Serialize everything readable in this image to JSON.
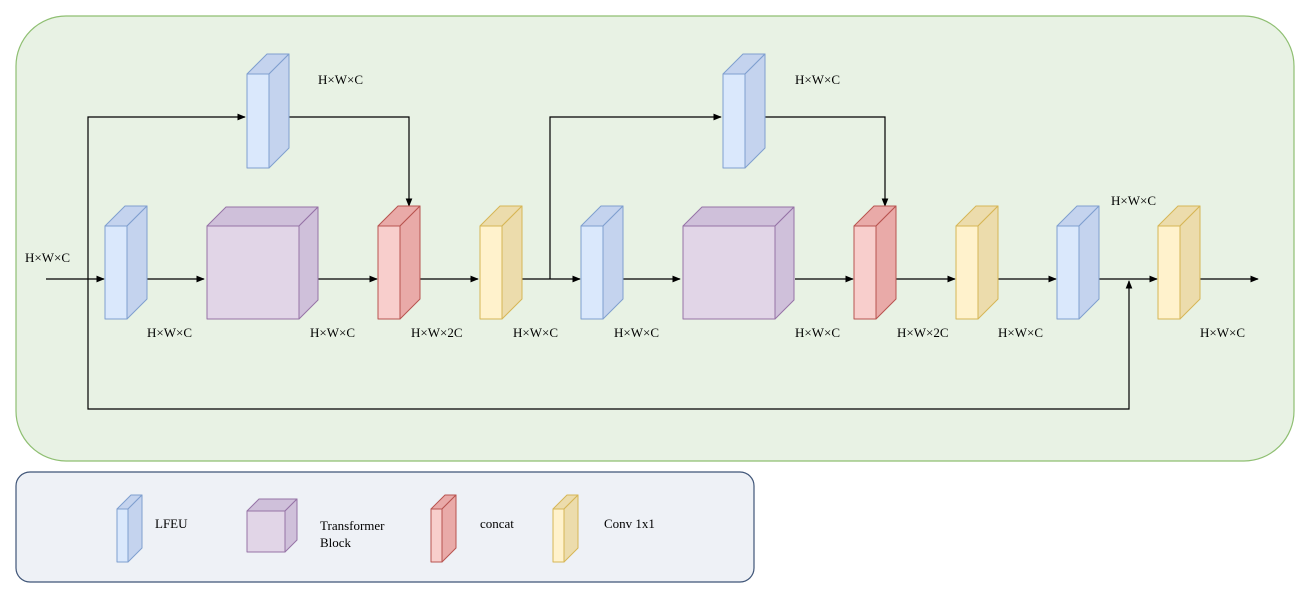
{
  "diagram": {
    "dim_labels": {
      "input": "H×W×C",
      "top_branch_1": "H×W×C",
      "top_branch_2": "H×W×C",
      "after_lfeu_1": "H×W×C",
      "after_transformer_1": "H×W×C",
      "after_concat_1": "H×W×2C",
      "after_conv_1": "H×W×C",
      "after_lfeu_2": "H×W×C",
      "after_transformer_2": "H×W×C",
      "after_concat_2": "H×W×2C",
      "after_conv_2": "H×W×C",
      "final_conv_top": "H×W×C",
      "output": "H×W×C"
    }
  },
  "legend": {
    "lfeu": "LFEU",
    "transformer_line1": "Transformer",
    "transformer_line2": "Block",
    "concat": "concat",
    "conv": "Conv 1x1"
  },
  "colors": {
    "outer_bg": "#e8f2e4",
    "outer_border": "#8fbf72",
    "legend_bg": "#eef1f6",
    "legend_border": "#3f5578",
    "lfeu_front": "#dae8fc",
    "lfeu_side": "#c4d3ee",
    "lfeu_stroke": "#7f9fcf",
    "transformer_front": "#e1d5e7",
    "transformer_side": "#cfc0da",
    "transformer_stroke": "#9673a6",
    "concat_front": "#f8cecc",
    "concat_side": "#e9aaa8",
    "concat_stroke": "#b85450",
    "conv_front": "#fff2cc",
    "conv_side": "#ecdcac",
    "conv_stroke": "#d6b656"
  }
}
